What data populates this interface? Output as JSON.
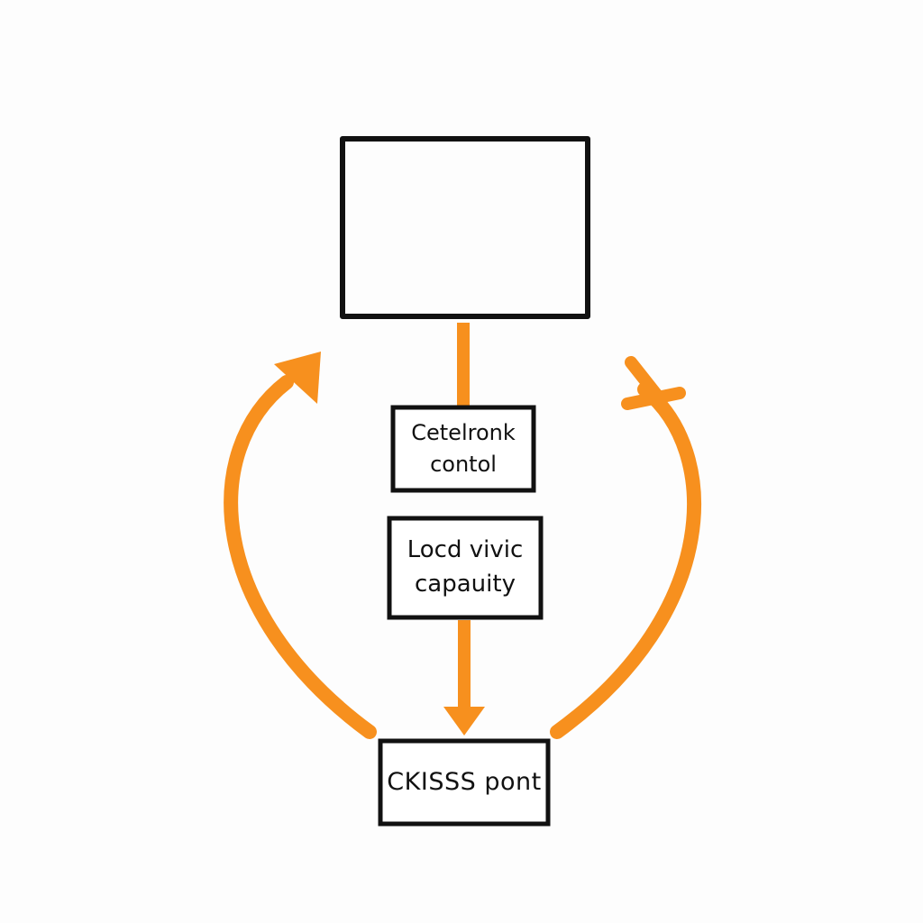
{
  "diagram": {
    "nodes": {
      "top_box": {
        "label": ""
      },
      "central": {
        "label": "Cetelronk\ncontol"
      },
      "local": {
        "label": "Locd vivic\ncapauity"
      },
      "crisis": {
        "label": "CKISSS pont"
      }
    }
  },
  "colors": {
    "background": "#fdfdfd",
    "stroke": "#111111",
    "accent": "#f7901e"
  }
}
